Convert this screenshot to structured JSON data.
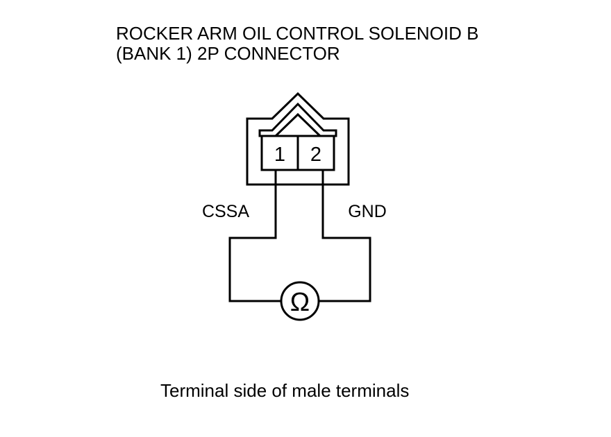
{
  "title": {
    "line1": "ROCKER ARM OIL CONTROL SOLENOID B",
    "line2": "(BANK 1) 2P CONNECTOR"
  },
  "connector": {
    "terminals": [
      {
        "number": "1",
        "signal": "CSSA"
      },
      {
        "number": "2",
        "signal": "GND"
      }
    ]
  },
  "meter": {
    "symbol": "Ω",
    "icon": "ohmmeter-icon"
  },
  "caption": "Terminal side of male terminals"
}
